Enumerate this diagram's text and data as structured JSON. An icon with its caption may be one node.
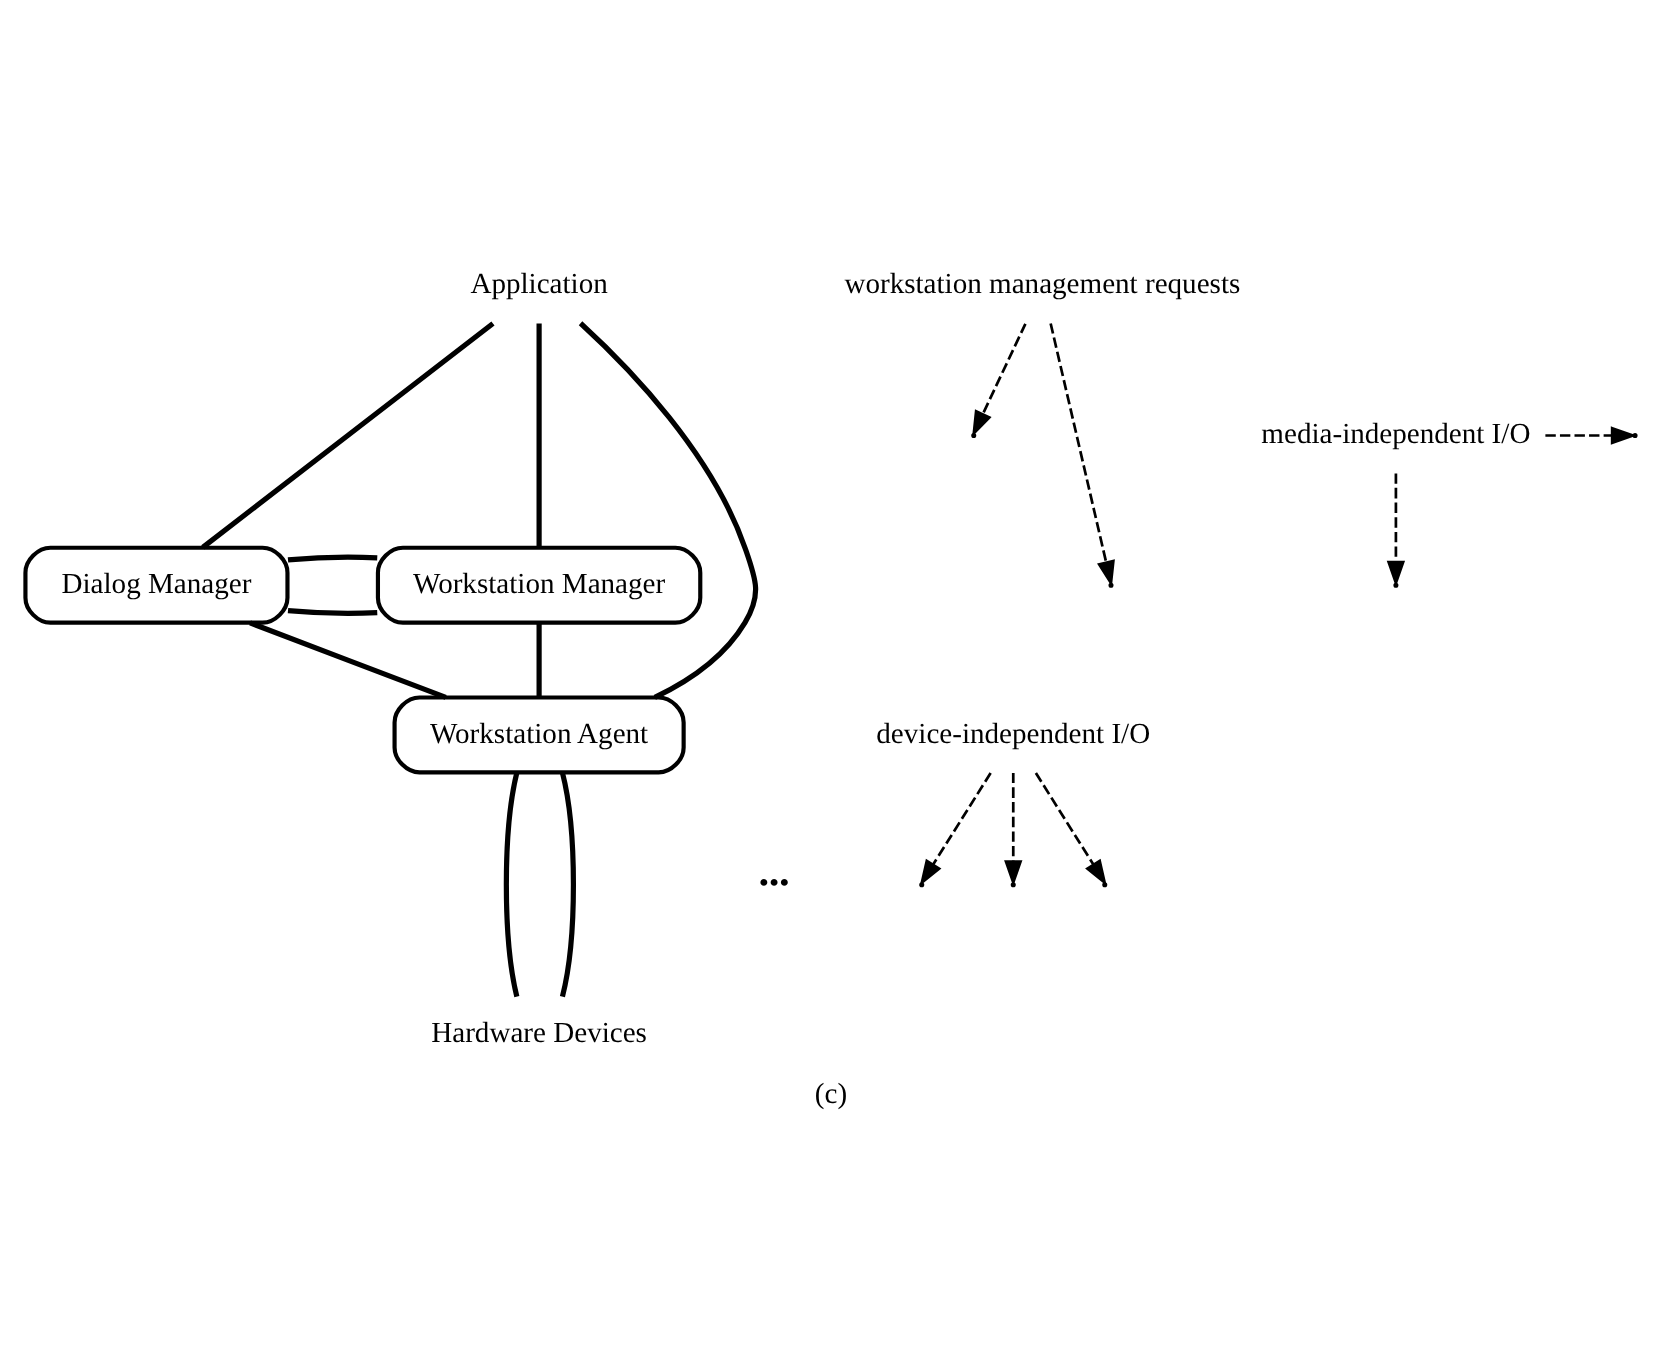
{
  "diagram": {
    "caption": "(c)",
    "nodes": [
      {
        "text": [
          "Application"
        ]
      },
      {
        "text": [
          "workstation management requests"
        ]
      },
      {
        "text": [
          "media-independent I/O"
        ]
      },
      {
        "text": [
          "Workstation Manager"
        ]
      },
      {
        "text": [
          "Dialog Manager"
        ]
      },
      {
        "text": [
          "device-independent I/O"
        ]
      },
      {
        "text": [
          "Workstation Agent"
        ]
      },
      {
        "text": [
          "Hardware Devices"
        ]
      }
    ],
    "edges": [
      {
        "from": 0,
        "to": 4,
        "arrow": "none"
      },
      {
        "from": 0,
        "to": 6,
        "arrow": "none"
      },
      {
        "from": 0,
        "to": 3,
        "arrow": "none"
      },
      {
        "from": 4,
        "to": 3,
        "arrow": "none"
      },
      {
        "from": 4,
        "to": 3,
        "arrow": "none"
      },
      {
        "from": 4,
        "to": 6,
        "arrow": "none"
      },
      {
        "from": 3,
        "to": 6,
        "arrow": "none"
      },
      {
        "from": 6,
        "to": 7,
        "arrow": "none"
      },
      {
        "from": 6,
        "to": 7,
        "arrow": "none"
      },
      {
        "from": 1,
        "to": null,
        "arrow": "to",
        "style": "dashed"
      },
      {
        "from": 1,
        "to": null,
        "arrow": "to",
        "style": "dashed"
      },
      {
        "from": 2,
        "to": null,
        "arrow": "to",
        "style": "dashed"
      },
      {
        "from": 2,
        "to": null,
        "arrow": "to",
        "style": "dashed"
      },
      {
        "from": 5,
        "to": null,
        "arrow": "to",
        "style": "dashed"
      },
      {
        "from": 5,
        "to": null,
        "arrow": "to",
        "style": "dashed"
      },
      {
        "from": 5,
        "to": null,
        "arrow": "to",
        "style": "dashed"
      }
    ],
    "labels": [
      "•••"
    ]
  }
}
